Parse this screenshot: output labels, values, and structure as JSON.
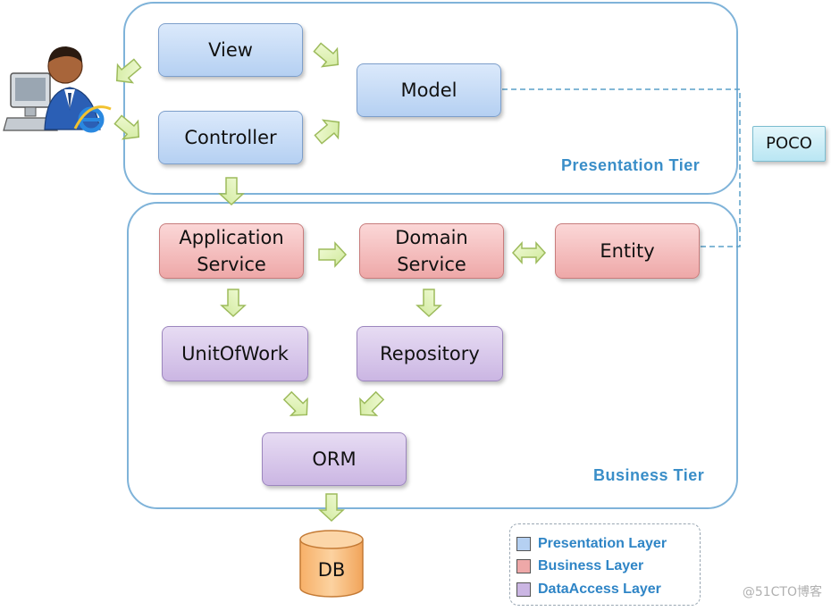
{
  "tiers": {
    "presentation": "Presentation Tier",
    "business": "Business Tier"
  },
  "boxes": {
    "view": "View",
    "model": "Model",
    "controller": "Controller",
    "poco": "POCO",
    "application_service_line1": "Application",
    "application_service_line2": "Service",
    "domain_service_line1": "Domain",
    "domain_service_line2": "Service",
    "entity": "Entity",
    "unitofwork": "UnitOfWork",
    "repository": "Repository",
    "orm": "ORM",
    "db": "DB"
  },
  "legend": {
    "presentation_layer": "Presentation Layer",
    "business_layer": "Business Layer",
    "dataaccess_layer": "DataAccess Layer"
  },
  "colors": {
    "presentation": "#b5d0f2",
    "business": "#eea8a8",
    "dataaccess": "#cbb6e3",
    "tier_border": "#7fb3d9",
    "arrow_fill": "#e3f5b8"
  },
  "icons": [
    "user-computer-icon",
    "internet-explorer-icon",
    "database-icon"
  ],
  "watermark": "@51CTO博客"
}
